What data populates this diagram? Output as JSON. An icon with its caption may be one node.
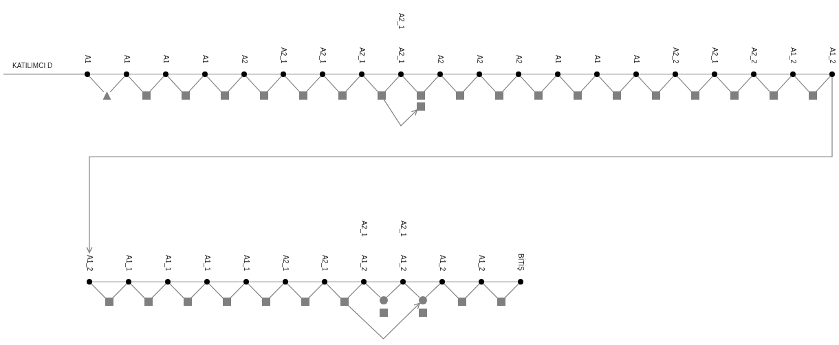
{
  "diagram": {
    "nodes": [
      {
        "text": [
          "A1"
        ]
      },
      {
        "text": [
          "A1"
        ]
      },
      {
        "text": [
          "A1"
        ]
      },
      {
        "text": [
          "A1"
        ]
      },
      {
        "text": [
          "A2"
        ]
      },
      {
        "text": [
          "A2_1"
        ]
      },
      {
        "text": [
          "A2_1"
        ]
      },
      {
        "text": [
          "A2_1"
        ]
      },
      {
        "text": [
          "A2_1",
          "A2_1"
        ]
      },
      {
        "text": [
          "A2"
        ]
      },
      {
        "text": [
          "A2"
        ]
      },
      {
        "text": [
          "A2"
        ]
      },
      {
        "text": [
          "A1"
        ]
      },
      {
        "text": [
          "A1"
        ]
      },
      {
        "text": [
          "A1"
        ]
      },
      {
        "text": [
          "A2_2"
        ]
      },
      {
        "text": [
          "A2_1"
        ]
      },
      {
        "text": [
          "A2_2"
        ]
      },
      {
        "text": [
          "A1_2"
        ]
      },
      {
        "text": [
          "A1_2"
        ]
      },
      {
        "text": [],
        "shape": "triangle"
      },
      {
        "text": [],
        "shape": "box"
      },
      {
        "text": [],
        "shape": "box"
      },
      {
        "text": [],
        "shape": "box"
      },
      {
        "text": [],
        "shape": "box"
      },
      {
        "text": [],
        "shape": "box"
      },
      {
        "text": [],
        "shape": "box"
      },
      {
        "text": [],
        "shape": "box"
      },
      {
        "text": [],
        "shape": "box"
      },
      {
        "text": [],
        "shape": "box"
      },
      {
        "text": [],
        "shape": "box"
      },
      {
        "text": [],
        "shape": "box"
      },
      {
        "text": [],
        "shape": "box"
      },
      {
        "text": [],
        "shape": "box"
      },
      {
        "text": [],
        "shape": "box"
      },
      {
        "text": [],
        "shape": "box"
      },
      {
        "text": [],
        "shape": "box"
      },
      {
        "text": [],
        "shape": "box"
      },
      {
        "text": [],
        "shape": "box"
      },
      {
        "text": [],
        "shape": "box"
      },
      {
        "text": [
          "A1_2"
        ]
      },
      {
        "text": [
          "A1_1"
        ]
      },
      {
        "text": [
          "A1_1"
        ]
      },
      {
        "text": [
          "A1_1"
        ]
      },
      {
        "text": [
          "A1_1"
        ]
      },
      {
        "text": [
          "A2_1"
        ]
      },
      {
        "text": [
          "A2_1"
        ]
      },
      {
        "text": [
          "A2_1",
          "A1_2"
        ]
      },
      {
        "text": [
          "A2_1",
          "A1_2"
        ]
      },
      {
        "text": [
          "A1_2"
        ]
      },
      {
        "text": [
          "A1_2"
        ]
      },
      {
        "text": [
          "BİTİŞ"
        ]
      },
      {
        "text": [],
        "shape": "box"
      },
      {
        "text": [],
        "shape": "box"
      },
      {
        "text": [],
        "shape": "box"
      },
      {
        "text": [],
        "shape": "box"
      },
      {
        "text": [],
        "shape": "box"
      },
      {
        "text": [],
        "shape": "box"
      },
      {
        "text": [],
        "shape": "box"
      },
      {
        "text": [],
        "shape": "circle"
      },
      {
        "text": [],
        "shape": "box"
      },
      {
        "text": [],
        "shape": "circle"
      },
      {
        "text": [],
        "shape": "box"
      },
      {
        "text": [],
        "shape": "box"
      },
      {
        "text": [],
        "shape": "box"
      }
    ],
    "edges": [
      {
        "from": null,
        "to": 0,
        "arrow": "none"
      },
      {
        "from": 0,
        "to": 1,
        "arrow": "none"
      },
      {
        "from": 1,
        "to": 2,
        "arrow": "none"
      },
      {
        "from": 2,
        "to": 3,
        "arrow": "none"
      },
      {
        "from": 3,
        "to": 4,
        "arrow": "none"
      },
      {
        "from": 4,
        "to": 5,
        "arrow": "none"
      },
      {
        "from": 5,
        "to": 6,
        "arrow": "none"
      },
      {
        "from": 6,
        "to": 7,
        "arrow": "none"
      },
      {
        "from": 7,
        "to": 8,
        "arrow": "none"
      },
      {
        "from": 8,
        "to": 9,
        "arrow": "none"
      },
      {
        "from": 9,
        "to": 10,
        "arrow": "none"
      },
      {
        "from": 10,
        "to": 11,
        "arrow": "none"
      },
      {
        "from": 11,
        "to": 12,
        "arrow": "none"
      },
      {
        "from": 12,
        "to": 13,
        "arrow": "none"
      },
      {
        "from": 13,
        "to": 14,
        "arrow": "none"
      },
      {
        "from": 14,
        "to": 15,
        "arrow": "none"
      },
      {
        "from": 15,
        "to": 16,
        "arrow": "none"
      },
      {
        "from": 16,
        "to": 17,
        "arrow": "none"
      },
      {
        "from": 17,
        "to": 18,
        "arrow": "none"
      },
      {
        "from": 18,
        "to": 19,
        "arrow": "none"
      },
      {
        "from": 0,
        "to": 20,
        "arrow": "none"
      },
      {
        "from": 20,
        "to": 1,
        "arrow": "none"
      },
      {
        "from": 1,
        "to": 21,
        "arrow": "none"
      },
      {
        "from": 21,
        "to": 2,
        "arrow": "none"
      },
      {
        "from": 2,
        "to": 22,
        "arrow": "none"
      },
      {
        "from": 22,
        "to": 3,
        "arrow": "none"
      },
      {
        "from": 3,
        "to": 23,
        "arrow": "none"
      },
      {
        "from": 23,
        "to": 4,
        "arrow": "none"
      },
      {
        "from": 4,
        "to": 24,
        "arrow": "none"
      },
      {
        "from": 24,
        "to": 5,
        "arrow": "none"
      },
      {
        "from": 5,
        "to": 25,
        "arrow": "none"
      },
      {
        "from": 25,
        "to": 6,
        "arrow": "none"
      },
      {
        "from": 6,
        "to": 26,
        "arrow": "none"
      },
      {
        "from": 26,
        "to": 7,
        "arrow": "none"
      },
      {
        "from": 7,
        "to": 27,
        "arrow": "none"
      },
      {
        "from": 27,
        "to": 8,
        "arrow": "none"
      },
      {
        "from": 8,
        "to": 28,
        "arrow": "none"
      },
      {
        "from": 28,
        "to": 9,
        "arrow": "none"
      },
      {
        "from": 9,
        "to": 30,
        "arrow": "none"
      },
      {
        "from": 30,
        "to": 10,
        "arrow": "none"
      },
      {
        "from": 10,
        "to": 31,
        "arrow": "none"
      },
      {
        "from": 31,
        "to": 11,
        "arrow": "none"
      },
      {
        "from": 11,
        "to": 32,
        "arrow": "none"
      },
      {
        "from": 32,
        "to": 12,
        "arrow": "none"
      },
      {
        "from": 12,
        "to": 33,
        "arrow": "none"
      },
      {
        "from": 33,
        "to": 13,
        "arrow": "none"
      },
      {
        "from": 13,
        "to": 34,
        "arrow": "none"
      },
      {
        "from": 34,
        "to": 14,
        "arrow": "none"
      },
      {
        "from": 14,
        "to": 35,
        "arrow": "none"
      },
      {
        "from": 35,
        "to": 15,
        "arrow": "none"
      },
      {
        "from": 15,
        "to": 36,
        "arrow": "none"
      },
      {
        "from": 36,
        "to": 16,
        "arrow": "none"
      },
      {
        "from": 16,
        "to": 37,
        "arrow": "none"
      },
      {
        "from": 37,
        "to": 17,
        "arrow": "none"
      },
      {
        "from": 17,
        "to": 38,
        "arrow": "none"
      },
      {
        "from": 38,
        "to": 18,
        "arrow": "none"
      },
      {
        "from": 18,
        "to": 39,
        "arrow": "none"
      },
      {
        "from": 39,
        "to": 19,
        "arrow": "none"
      },
      {
        "from": 27,
        "to": 29,
        "arrow": "to"
      },
      {
        "from": 19,
        "to": 40,
        "arrow": "to"
      },
      {
        "from": 40,
        "to": 41,
        "arrow": "none"
      },
      {
        "from": 41,
        "to": 42,
        "arrow": "none"
      },
      {
        "from": 42,
        "to": 43,
        "arrow": "none"
      },
      {
        "from": 43,
        "to": 44,
        "arrow": "none"
      },
      {
        "from": 44,
        "to": 45,
        "arrow": "none"
      },
      {
        "from": 45,
        "to": 46,
        "arrow": "none"
      },
      {
        "from": 46,
        "to": 47,
        "arrow": "none"
      },
      {
        "from": 47,
        "to": 48,
        "arrow": "none"
      },
      {
        "from": 48,
        "to": 49,
        "arrow": "none"
      },
      {
        "from": 49,
        "to": 50,
        "arrow": "none"
      },
      {
        "from": 50,
        "to": 51,
        "arrow": "none"
      },
      {
        "from": 40,
        "to": 52,
        "arrow": "none"
      },
      {
        "from": 52,
        "to": 41,
        "arrow": "none"
      },
      {
        "from": 41,
        "to": 53,
        "arrow": "none"
      },
      {
        "from": 53,
        "to": 42,
        "arrow": "none"
      },
      {
        "from": 42,
        "to": 54,
        "arrow": "none"
      },
      {
        "from": 54,
        "to": 43,
        "arrow": "none"
      },
      {
        "from": 43,
        "to": 55,
        "arrow": "none"
      },
      {
        "from": 55,
        "to": 44,
        "arrow": "none"
      },
      {
        "from": 44,
        "to": 56,
        "arrow": "none"
      },
      {
        "from": 56,
        "to": 45,
        "arrow": "none"
      },
      {
        "from": 45,
        "to": 57,
        "arrow": "none"
      },
      {
        "from": 57,
        "to": 46,
        "arrow": "none"
      },
      {
        "from": 46,
        "to": 58,
        "arrow": "none"
      },
      {
        "from": 58,
        "to": 47,
        "arrow": "none"
      },
      {
        "from": 47,
        "to": 59,
        "arrow": "none"
      },
      {
        "from": 59,
        "to": 48,
        "arrow": "none"
      },
      {
        "from": 48,
        "to": 61,
        "arrow": "none"
      },
      {
        "from": 61,
        "to": 49,
        "arrow": "none"
      },
      {
        "from": 49,
        "to": 63,
        "arrow": "none"
      },
      {
        "from": 63,
        "to": 50,
        "arrow": "none"
      },
      {
        "from": 50,
        "to": 64,
        "arrow": "none"
      },
      {
        "from": 64,
        "to": 51,
        "arrow": "none"
      },
      {
        "from": 58,
        "to": 61,
        "arrow": "to"
      }
    ],
    "labels": [
      "KATILIMCI D"
    ]
  }
}
